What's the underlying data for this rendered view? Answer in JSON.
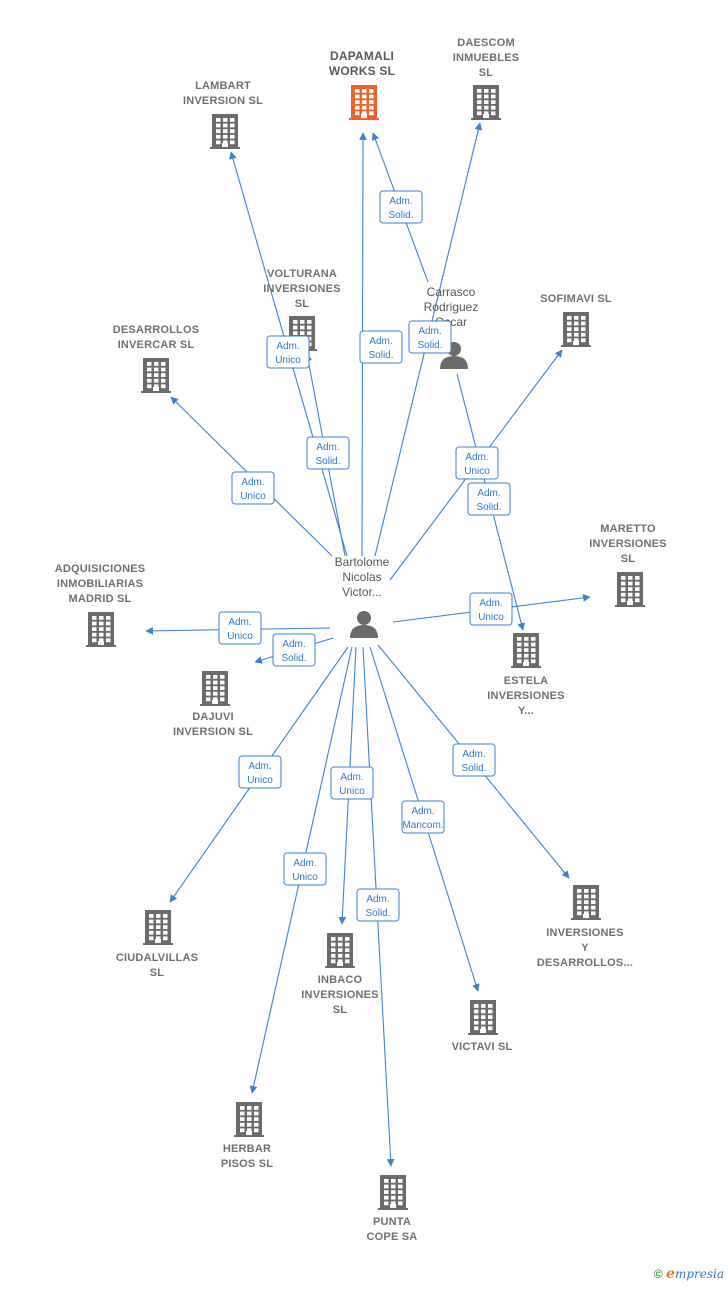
{
  "colors": {
    "edge": "#3b82d6",
    "building": "#6b6b6b",
    "highlight": "#f0612a",
    "person": "#6b6b6b"
  },
  "nodes": [
    {
      "id": "dapamali",
      "label": [
        "DAPAMALI",
        "WORKS SL"
      ],
      "type": "company",
      "highlight": true
    },
    {
      "id": "daescom",
      "label": [
        "DAESCOM",
        "INMUEBLES",
        "SL"
      ],
      "type": "company"
    },
    {
      "id": "lambart",
      "label": [
        "LAMBART",
        "INVERSION SL"
      ],
      "type": "company"
    },
    {
      "id": "volturana",
      "label": [
        "VOLTURANA",
        "INVERSIONES",
        "SL"
      ],
      "type": "company"
    },
    {
      "id": "desarrollos",
      "label": [
        "DESARROLLOS",
        "INVERCAR SL"
      ],
      "type": "company"
    },
    {
      "id": "sofimavi",
      "label": [
        "SOFIMAVI SL"
      ],
      "type": "company"
    },
    {
      "id": "maretto",
      "label": [
        "MARETTO",
        "INVERSIONES",
        "SL"
      ],
      "type": "company"
    },
    {
      "id": "adquisiciones",
      "label": [
        "ADQUISICIONES",
        "INMOBILIARIAS",
        "MADRID SL"
      ],
      "type": "company"
    },
    {
      "id": "dajuvi",
      "label": [
        "DAJUVI",
        "INVERSION SL"
      ],
      "type": "company"
    },
    {
      "id": "estela",
      "label": [
        "ESTELA",
        "INVERSIONES",
        "Y..."
      ],
      "type": "company"
    },
    {
      "id": "ciudalvillas",
      "label": [
        "CIUDALVILLAS",
        "SL"
      ],
      "type": "company"
    },
    {
      "id": "inversiones_y",
      "label": [
        "INVERSIONES",
        "Y",
        "DESARROLLOS..."
      ],
      "type": "company"
    },
    {
      "id": "inbaco",
      "label": [
        "INBACO",
        "INVERSIONES",
        "SL"
      ],
      "type": "company"
    },
    {
      "id": "victavi",
      "label": [
        "VICTAVI SL"
      ],
      "type": "company"
    },
    {
      "id": "herbar",
      "label": [
        "HERBAR",
        "PISOS SL"
      ],
      "type": "company"
    },
    {
      "id": "punta",
      "label": [
        "PUNTA",
        "COPE SA"
      ],
      "type": "company"
    },
    {
      "id": "bartolome",
      "label": [
        "Bartolome",
        "Nicolas",
        "Victor..."
      ],
      "type": "person"
    },
    {
      "id": "carrasco",
      "label": [
        "Carrasco",
        "Rodriguez",
        "Oscar"
      ],
      "type": "person"
    }
  ],
  "edges": [
    {
      "from": "bartolome",
      "to": "lambart",
      "label": [
        "Adm.",
        "Solid."
      ]
    },
    {
      "from": "bartolome",
      "to": "volturana",
      "label": [
        "Adm.",
        "Unico"
      ]
    },
    {
      "from": "bartolome",
      "to": "dapamali",
      "label": [
        "Adm.",
        "Solid."
      ]
    },
    {
      "from": "bartolome",
      "to": "daescom",
      "label": [
        "Adm.",
        "Solid."
      ]
    },
    {
      "from": "carrasco",
      "to": "dapamali",
      "label": [
        "Adm.",
        "Solid."
      ]
    },
    {
      "from": "bartolome",
      "to": "desarrollos",
      "label": [
        "Adm.",
        "Unico"
      ]
    },
    {
      "from": "bartolome",
      "to": "sofimavi",
      "label": [
        "Adm.",
        "Unico"
      ]
    },
    {
      "from": "carrasco",
      "to": "estela",
      "label": [
        "Adm.",
        "Solid."
      ]
    },
    {
      "from": "bartolome",
      "to": "maretto",
      "label": [
        "Adm.",
        "Unico"
      ]
    },
    {
      "from": "bartolome",
      "to": "adquisiciones",
      "label": [
        "Adm.",
        "Unico"
      ]
    },
    {
      "from": "bartolome",
      "to": "dajuvi",
      "label": [
        "Adm.",
        "Solid."
      ]
    },
    {
      "from": "bartolome",
      "to": "ciudalvillas",
      "label": [
        "Adm.",
        "Unico"
      ]
    },
    {
      "from": "bartolome",
      "to": "inbaco",
      "label": [
        "Adm.",
        "Unico"
      ]
    },
    {
      "from": "bartolome",
      "to": "herbar",
      "label": [
        "Adm.",
        "Unico"
      ]
    },
    {
      "from": "bartolome",
      "to": "punta",
      "label": [
        "Adm.",
        "Solid."
      ]
    },
    {
      "from": "bartolome",
      "to": "victavi",
      "label": [
        "Adm.",
        "Mancom."
      ]
    },
    {
      "from": "bartolome",
      "to": "inversiones_y",
      "label": [
        "Adm.",
        "Solid."
      ]
    }
  ],
  "footer": {
    "copyright": "©",
    "brand_initial": "e",
    "brand_rest": "mpresia"
  }
}
